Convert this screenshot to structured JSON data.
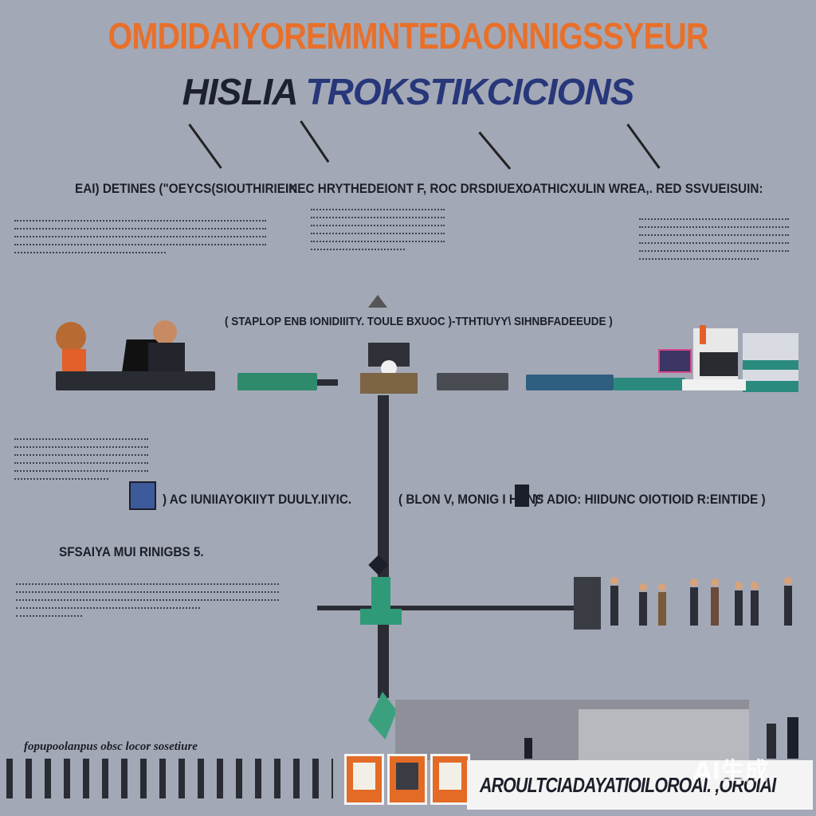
{
  "titles": {
    "top": "OMDIDAIYOREMMNTEDAONNIGSSYEUR",
    "sub_part1": "HISLIA",
    "sub_part2": "TROKSTIKCICIONS"
  },
  "row1_labels": {
    "left": "EAI) DETINES (\"OEYCS(SIOUTHIRIEIK.",
    "middle": "INEC HRYTHEDEIONT F, ROC DRSDIUEX.",
    "right": "OATHICXULIN WREA,. RED SSVUEISUIN:"
  },
  "row2_labels": {
    "center": "( STAPLOP ENB IONIDIIITY.   TOULE BXUOC   )-TTHTIUYY\\ SIHNBFADEEUDE )"
  },
  "row3_labels": {
    "left": ") AC IUNIIAYOKIIYT DUULY.IIYIC.",
    "center": "( BLON V, MONIG I HUNS",
    "right": ")\" ADIO: HIIDUNC OIOTIOID R:EINTIDE )"
  },
  "row4_labels": {
    "left": "SFSAIYA MUI RINIGBS 5."
  },
  "footer": {
    "left_caption": "fopupoolanpus  obsc locor sosetiure",
    "box_text": "AROULTCIADAYATIOILOROAI. ,OROIAI",
    "watermark": "AI生成"
  },
  "colors": {
    "background": "#a3a8b6",
    "accent_orange": "#e8702a",
    "accent_navy": "#27377a",
    "teal": "#2f8a78",
    "dark": "#1c1f2a"
  },
  "icons": [
    "arrow-icon",
    "laptop-icon",
    "machine-icon",
    "factory-icon",
    "green-figure-icon",
    "people-group-icon",
    "card-icon"
  ]
}
